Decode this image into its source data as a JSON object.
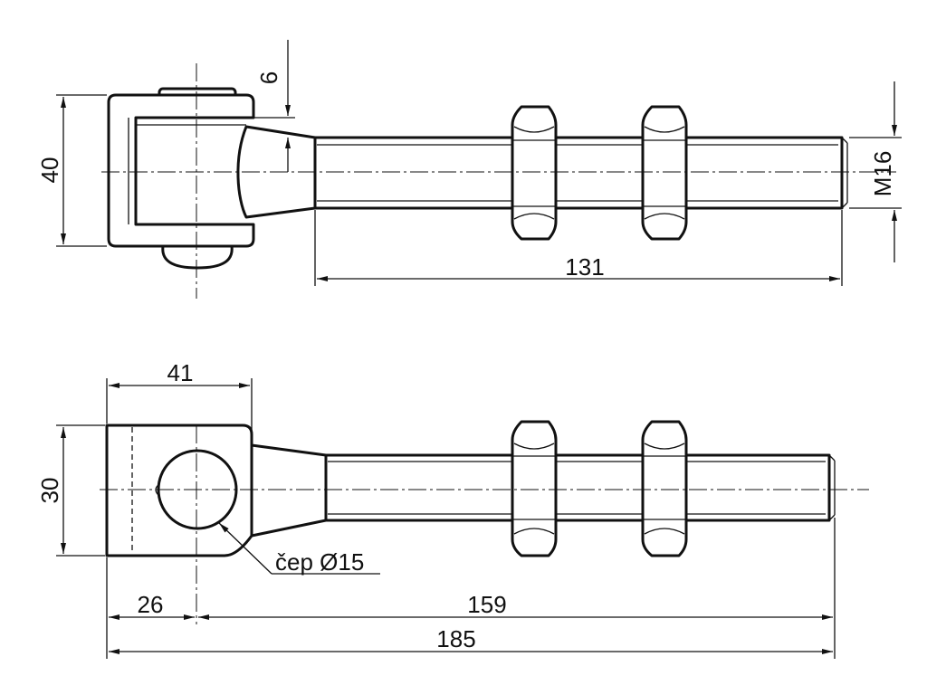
{
  "top_view": {
    "dim_height": "40",
    "dim_offset": "6",
    "dim_thread": "M16",
    "dim_thread_length": "131"
  },
  "front_view": {
    "dim_width": "41",
    "dim_height": "30",
    "callout": "čep Ø15",
    "dim_pin_offset": "26",
    "dim_rod_length": "159",
    "dim_total_length": "185"
  }
}
